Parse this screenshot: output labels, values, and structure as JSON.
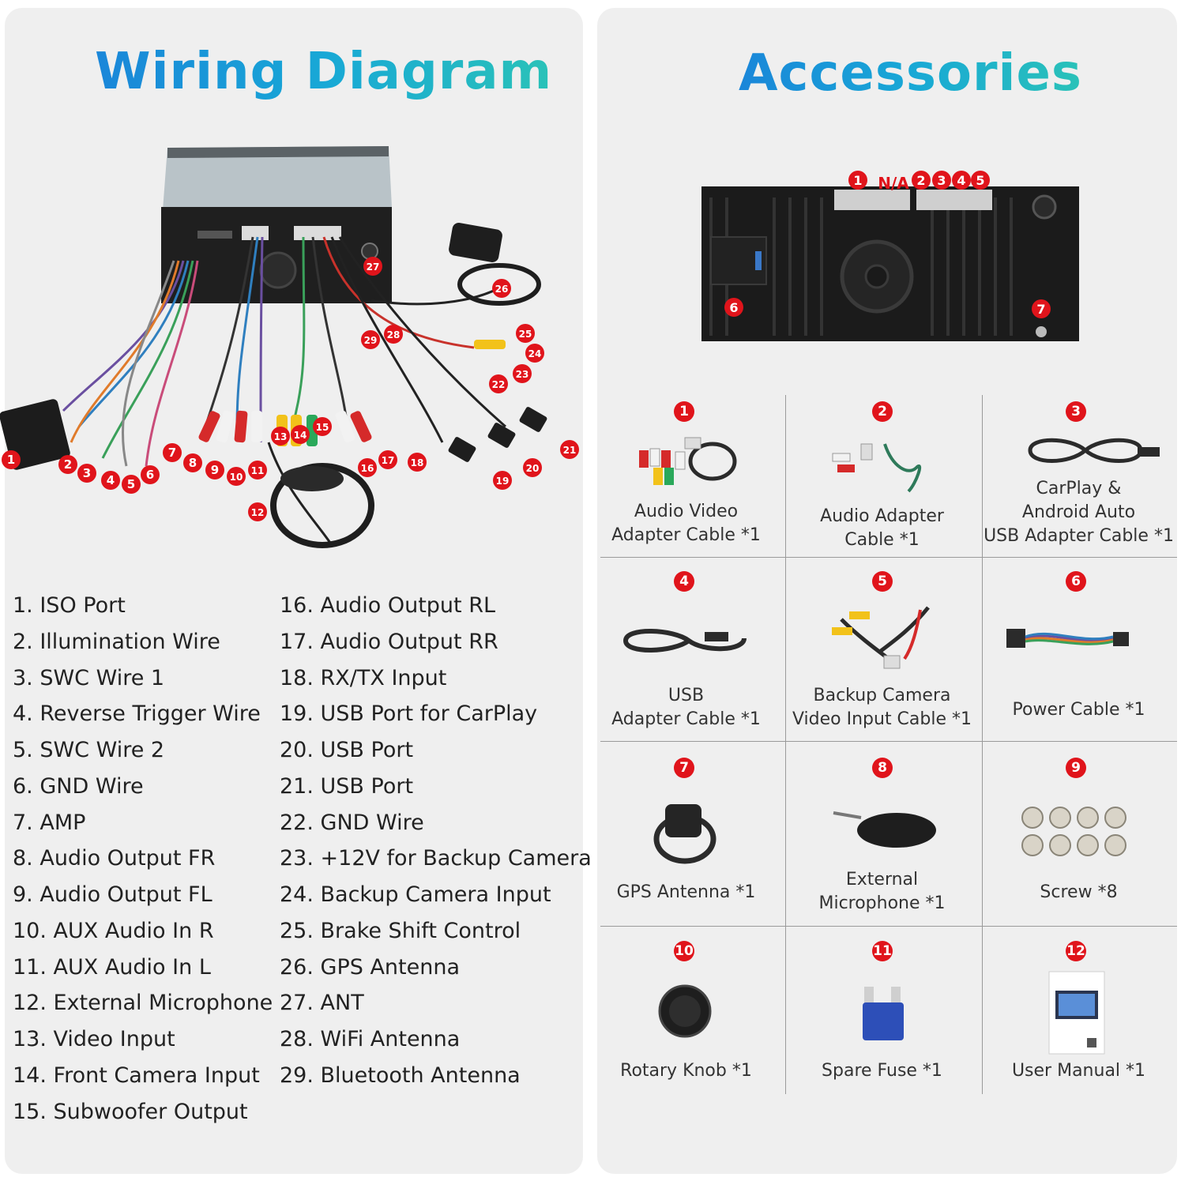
{
  "wiring": {
    "title": "Wiring Diagram",
    "callouts": [
      "1",
      "2",
      "3",
      "4",
      "5",
      "6",
      "7",
      "8",
      "9",
      "10",
      "11",
      "12",
      "13",
      "14",
      "15",
      "16",
      "17",
      "18",
      "19",
      "20",
      "21",
      "22",
      "23",
      "24",
      "25",
      "26",
      "27",
      "28",
      "29"
    ],
    "legend_col1": [
      "1. ISO Port",
      "2. Illumination Wire",
      "3. SWC Wire 1",
      "4. Reverse Trigger Wire",
      "5. SWC Wire 2",
      "6. GND Wire",
      "7. AMP",
      "8. Audio Output FR",
      "9. Audio Output FL",
      "10. AUX Audio In R",
      "11. AUX Audio In L",
      "12. External Microphone",
      "13. Video Input",
      "14. Front Camera Input",
      "15. Subwoofer Output"
    ],
    "legend_col2": [
      "16. Audio Output RL",
      "17. Audio Output RR",
      "18. RX/TX Input",
      "19. USB Port for CarPlay",
      "20. USB Port",
      "21. USB Port",
      "22. GND Wire",
      "23. +12V for Backup Camera",
      "24. Backup Camera Input",
      "25. Brake Shift Control",
      "26. GPS Antenna",
      "27. ANT",
      "28. WiFi Antenna",
      "29. Bluetooth Antenna"
    ]
  },
  "accessories": {
    "title": "Accessories",
    "unit_callouts": [
      "1",
      "N/A",
      "2",
      "3",
      "4",
      "5",
      "6",
      "7"
    ],
    "items": [
      {
        "num": "1",
        "label": "Audio Video\nAdapter Cable *1",
        "icon": "av-cable-icon"
      },
      {
        "num": "2",
        "label": "Audio Adapter\nCable *1",
        "icon": "audio-cable-icon"
      },
      {
        "num": "3",
        "label": "CarPlay &\nAndroid Auto\nUSB Adapter Cable *1",
        "icon": "usb-cable-icon"
      },
      {
        "num": "4",
        "label": "USB\nAdapter Cable *1",
        "icon": "usb-adapter-icon"
      },
      {
        "num": "5",
        "label": "Backup Camera\nVideo Input Cable *1",
        "icon": "camera-cable-icon"
      },
      {
        "num": "6",
        "label": "Power Cable *1",
        "icon": "power-cable-icon"
      },
      {
        "num": "7",
        "label": "GPS Antenna *1",
        "icon": "gps-antenna-icon"
      },
      {
        "num": "8",
        "label": "External\nMicrophone *1",
        "icon": "microphone-icon"
      },
      {
        "num": "9",
        "label": "Screw *8",
        "icon": "screw-icon"
      },
      {
        "num": "10",
        "label": "Rotary Knob *1",
        "icon": "rotary-knob-icon"
      },
      {
        "num": "11",
        "label": "Spare Fuse *1",
        "icon": "fuse-icon"
      },
      {
        "num": "12",
        "label": "User Manual *1",
        "icon": "manual-icon"
      }
    ]
  },
  "colors": {
    "badge": "#e0141b",
    "title_start": "#1a86d9",
    "title_end": "#2ac2b8",
    "panel": "#efefef"
  }
}
